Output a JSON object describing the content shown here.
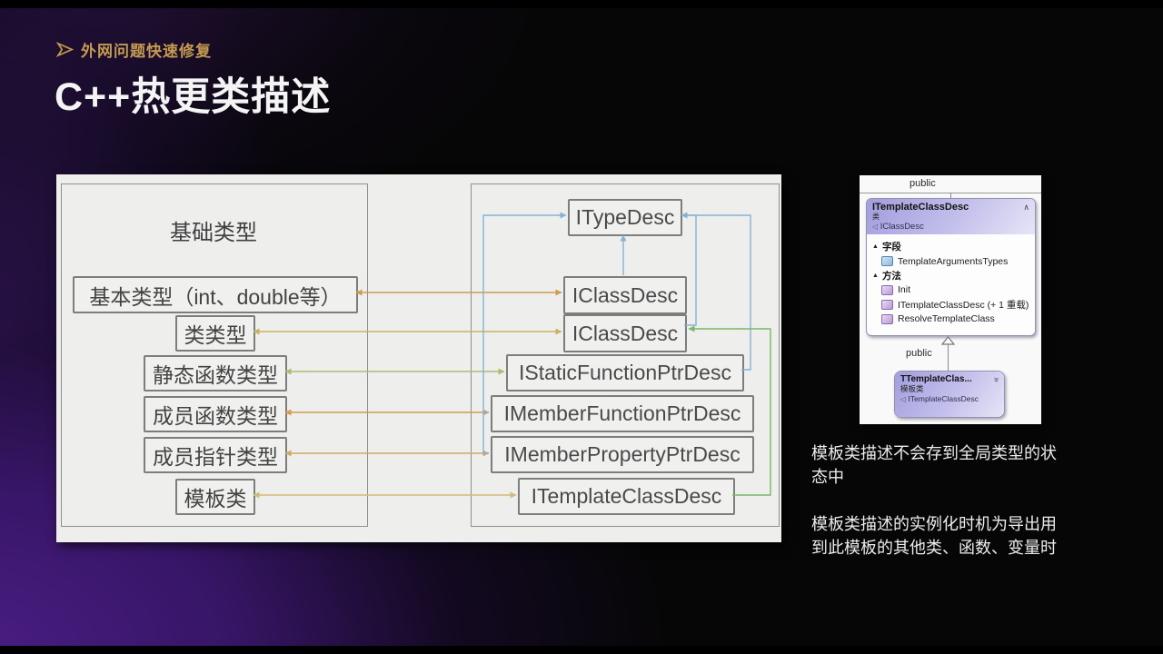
{
  "slide": {
    "kicker": "外网问题快速修复",
    "title": "C++热更类描述"
  },
  "diagram": {
    "left_panel": {
      "title": "基础类型",
      "boxes": [
        "基本类型（int、double等）",
        "类类型",
        "静态函数类型",
        "成员函数类型",
        "成员指针类型",
        "模板类"
      ]
    },
    "right_panel": {
      "boxes": [
        "ITypeDesc",
        "IClassDesc",
        "IClassDesc",
        "IStaticFunctionPtrDesc",
        "IMemberFunctionPtrDesc",
        "IMemberPropertyPtrDesc",
        "ITemplateClassDesc"
      ]
    }
  },
  "class_designer": {
    "top_access_label": "public",
    "main_card": {
      "title": "ITemplateClassDesc",
      "kind": "类",
      "base": "IClassDesc",
      "fields_label": "字段",
      "fields": [
        "TemplateArgumentsTypes"
      ],
      "methods_label": "方法",
      "methods": [
        "Init",
        "ITemplateClassDesc (+ 1 重载)",
        "ResolveTemplateClass"
      ]
    },
    "inherit_access_label": "public",
    "derived_card": {
      "title": "TTemplateClas...",
      "kind": "模板类",
      "base": "ITemplateClassDesc"
    }
  },
  "notes": {
    "note1": "模板类描述不会存到全局类型的状态中",
    "note2": "模板类描述的实例化时机为导出用到此模板的其他类、函数、变量时"
  },
  "icons": {
    "collapse_chevron": "∧",
    "expand_chevron": "»",
    "inherits_arrow": "◁",
    "expander_triangle": "▲"
  },
  "colors": {
    "kicker_gold": "#c49a52",
    "background_purple": "#45197a",
    "connector_blue": "#85b2d8",
    "connector_green": "#7cb668",
    "connector_orange": "#cf9c50",
    "card_header_purple": "#a29ddd"
  }
}
